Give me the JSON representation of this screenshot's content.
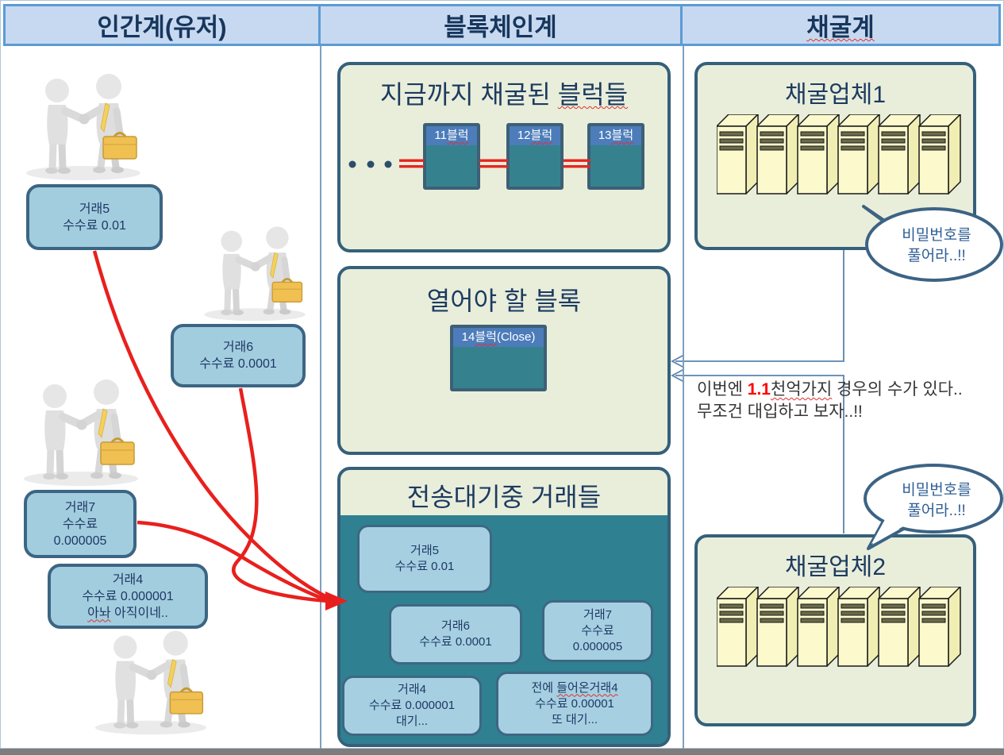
{
  "header": {
    "columns": [
      {
        "label": "인간계(유저)"
      },
      {
        "label": "블록체인계"
      },
      {
        "label": "채굴계"
      }
    ]
  },
  "human_world": {
    "tx5": {
      "line1": "거래5",
      "line2": "수수료 0.01"
    },
    "tx6": {
      "line1": "거래6",
      "line2": "수수료 0.0001"
    },
    "tx7": {
      "line1": "거래7",
      "line2": "수수료",
      "line3": "0.000005"
    },
    "tx4": {
      "line1": "거래4",
      "line2": "수수료 0.000001",
      "line3_squiggle": "아놔",
      "line3_rest": " 아직이네.."
    }
  },
  "blockchain_world": {
    "mined_panel": {
      "title_prefix": "지금까지 채굴된 ",
      "title_squiggle": "블럭들",
      "blocks": [
        {
          "num": "11",
          "word": "블럭"
        },
        {
          "num": "12",
          "word": "블럭"
        },
        {
          "num": "13",
          "word": "블럭"
        }
      ]
    },
    "open_panel": {
      "title": "열어야 할 블록",
      "block": {
        "num": "14",
        "word": "블럭",
        "suffix": "(Close)"
      }
    },
    "pool_panel": {
      "title": "전송대기중 거래들",
      "tx5": {
        "line1": "거래5",
        "line2": "수수료 0.01"
      },
      "tx6": {
        "line1": "거래6",
        "line2": "수수료 0.0001"
      },
      "tx7": {
        "line1": "거래7",
        "line2": "수수료",
        "line3": "0.000005"
      },
      "tx4": {
        "line1": "거래4",
        "line2": "수수료 0.000001",
        "line3": "대기..."
      },
      "tx4b": {
        "line1_prefix": "전에 ",
        "line1_squiggle": "들어온거래4",
        "line2": "수수료 0.00001",
        "line3": "또 대기..."
      }
    }
  },
  "mining_world": {
    "company1": {
      "title": "채굴업체1"
    },
    "company2": {
      "title": "채굴업체2"
    },
    "bubble": {
      "line1": "비밀번호를",
      "line2": "풀어라..!!"
    },
    "note": {
      "prefix": "이번엔 ",
      "highlight": "1.1",
      "squiggle": "천억가지",
      "suffix": " 경우의 수가 있다..",
      "line2": "무조건 대입하고 보자..!!"
    }
  },
  "colors": {
    "accent_red": "#e8251f",
    "panel_bg": "#e9eedb",
    "panel_border": "#35607a",
    "teal_body": "#2f8090",
    "block_header_blue": "#4c7cba",
    "tx_box_blue": "#a2cddf",
    "header_band_blue": "#c7d9f0",
    "header_border_blue": "#5b9bd5",
    "navy_text": "#1d3b60",
    "bubble_border": "#3c6384",
    "server_yellow": "#fcfacd"
  }
}
